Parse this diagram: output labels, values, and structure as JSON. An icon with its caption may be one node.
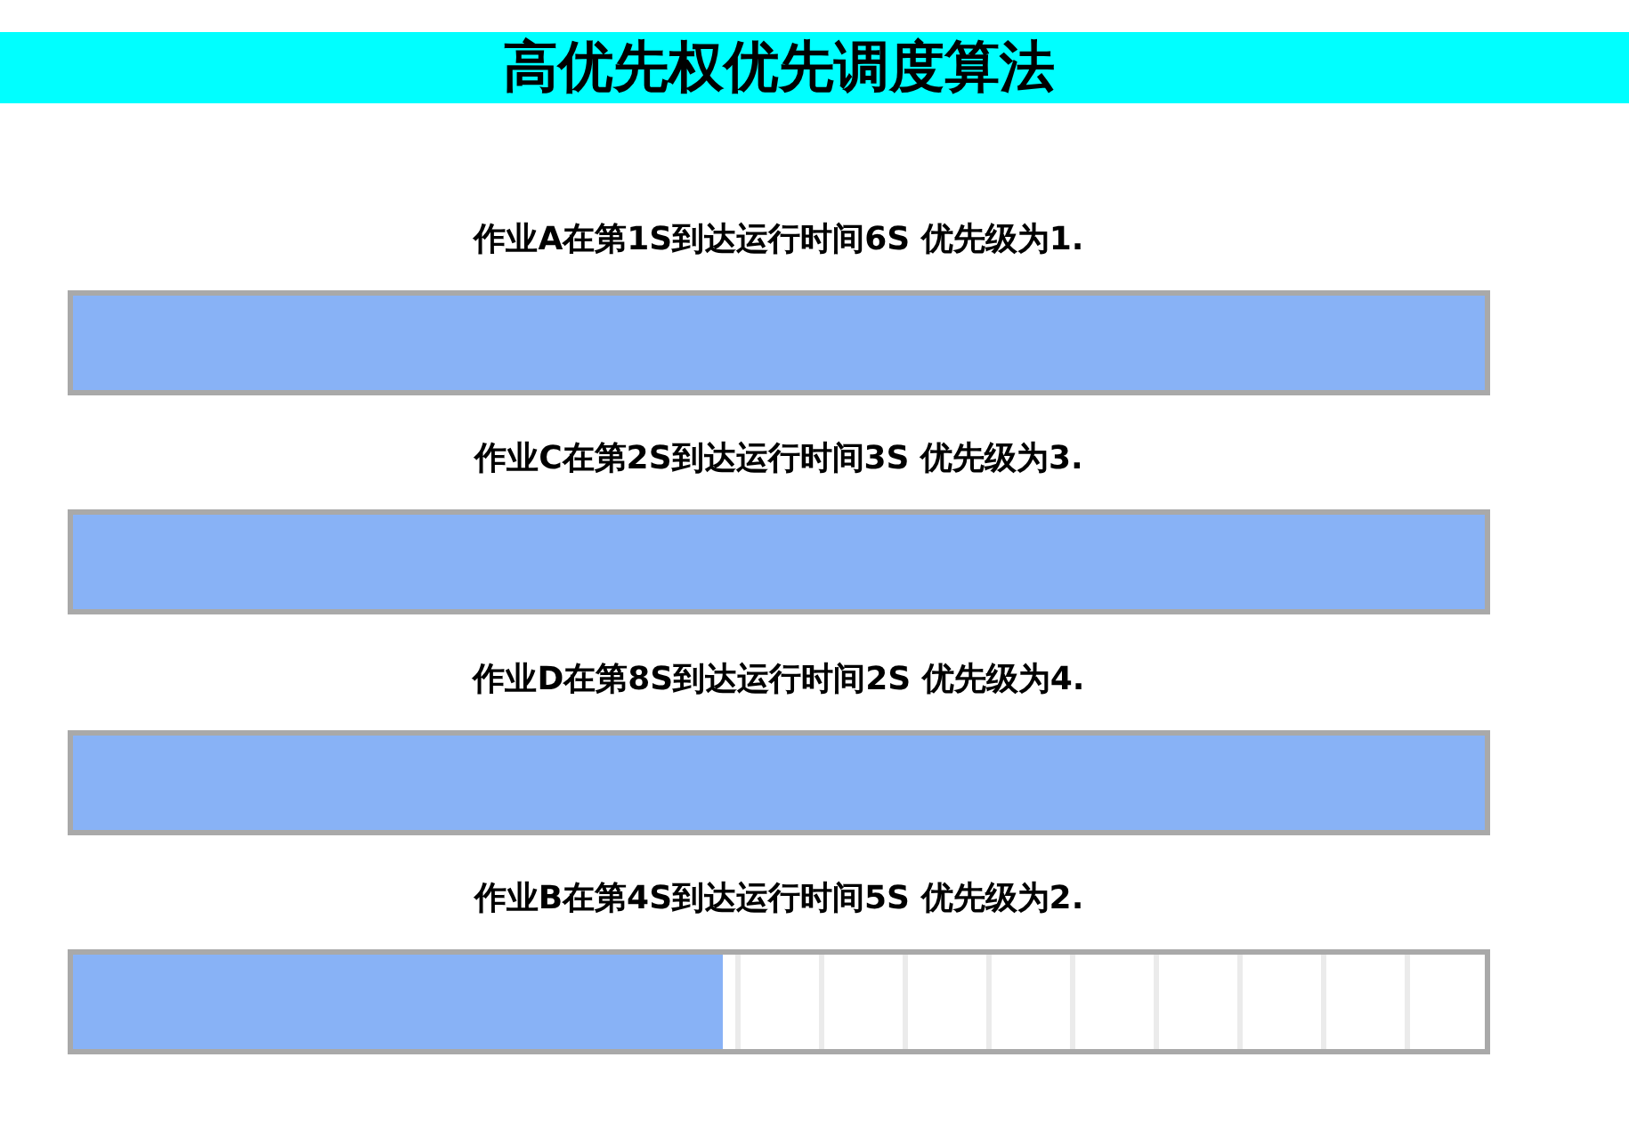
{
  "diagram": {
    "title": "高优先权优先调度算法",
    "nodes": [
      {
        "text": [
          "作业A在第1S到达运行时间6S 优先级为1."
        ]
      },
      {
        "text": [
          "作业C在第2S到达运行时间3S 优先级为3."
        ]
      },
      {
        "text": [
          "作业D在第8S到达运行时间2S 优先级为4."
        ]
      },
      {
        "text": [
          "作业B在第4S到达运行时间5S 优先级为2."
        ]
      }
    ]
  }
}
